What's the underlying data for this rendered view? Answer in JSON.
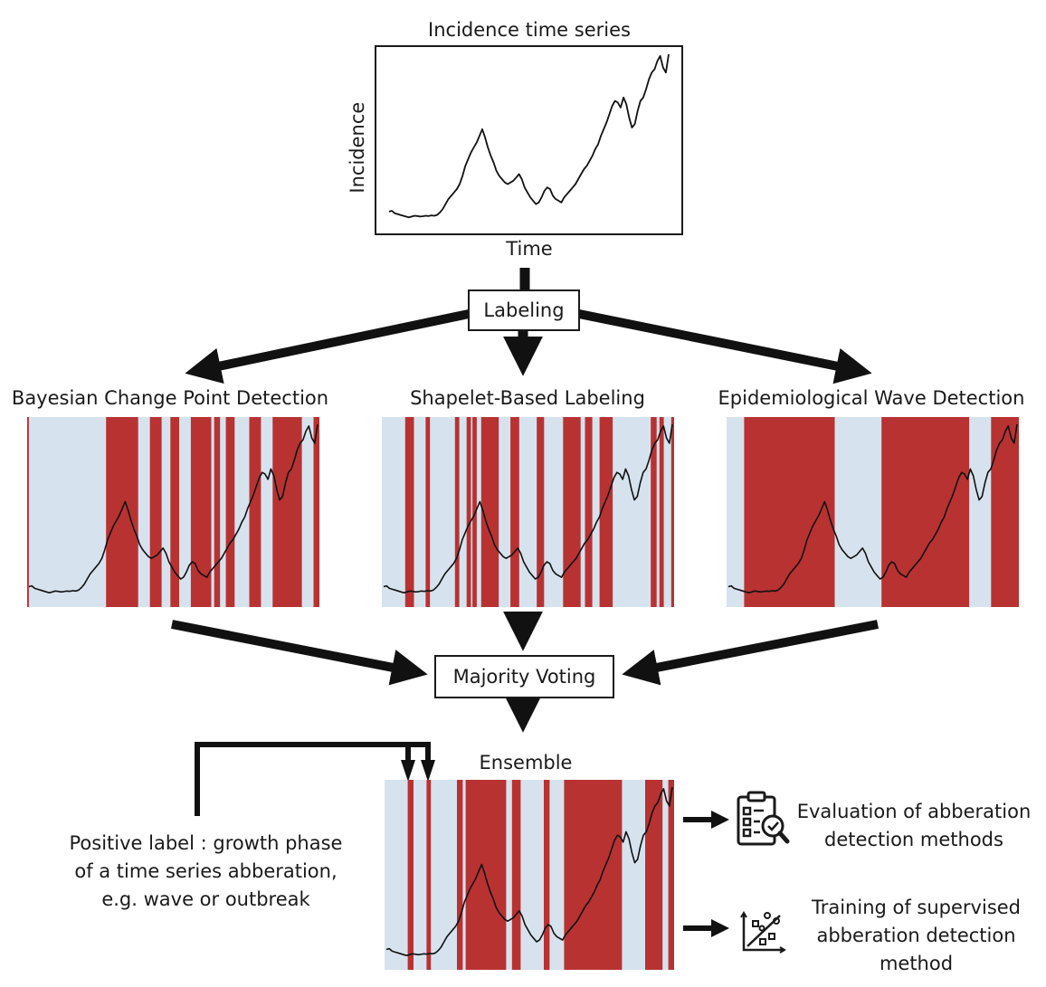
{
  "top": {
    "title": "Incidence time series",
    "xlabel": "Time",
    "ylabel": "Incidence"
  },
  "labeling_label": "Labeling",
  "methods": [
    {
      "title": "Bayesian Change Point Detection",
      "positive_intervals": [
        [
          0.0,
          0.006
        ],
        [
          0.27,
          0.38
        ],
        [
          0.42,
          0.46
        ],
        [
          0.49,
          0.52
        ],
        [
          0.56,
          0.63
        ],
        [
          0.64,
          0.66
        ],
        [
          0.68,
          0.71
        ],
        [
          0.76,
          0.8
        ],
        [
          0.84,
          0.94
        ],
        [
          0.98,
          1.0
        ]
      ]
    },
    {
      "title": "Shapelet-Based Labeling",
      "positive_intervals": [
        [
          0.08,
          0.11
        ],
        [
          0.15,
          0.165
        ],
        [
          0.25,
          0.265
        ],
        [
          0.29,
          0.305
        ],
        [
          0.31,
          0.325
        ],
        [
          0.34,
          0.4
        ],
        [
          0.44,
          0.47
        ],
        [
          0.53,
          0.555
        ],
        [
          0.62,
          0.68
        ],
        [
          0.695,
          0.72
        ],
        [
          0.745,
          0.79
        ],
        [
          0.92,
          0.94
        ],
        [
          0.95,
          0.965
        ],
        [
          0.99,
          1.0
        ]
      ]
    },
    {
      "title": "Epidemiological Wave Detection",
      "positive_intervals": [
        [
          0.06,
          0.37
        ],
        [
          0.53,
          0.83
        ],
        [
          0.905,
          1.0
        ]
      ]
    }
  ],
  "voting_label": "Majority Voting",
  "ensemble": {
    "title": "Ensemble",
    "positive_intervals": [
      [
        0.08,
        0.1
      ],
      [
        0.145,
        0.16
      ],
      [
        0.25,
        0.27
      ],
      [
        0.28,
        0.42
      ],
      [
        0.44,
        0.47
      ],
      [
        0.55,
        0.57
      ],
      [
        0.62,
        0.82
      ],
      [
        0.9,
        0.96
      ],
      [
        0.98,
        1.0
      ]
    ]
  },
  "positive_label_note": [
    "Positive label :  growth phase",
    "of a time series abberation,",
    "e.g. wave or outbreak"
  ],
  "outputs": [
    {
      "icon": "clipboard-search-icon",
      "lines": [
        "Evaluation of abberation",
        "detection methods"
      ]
    },
    {
      "icon": "scatter-chart-icon",
      "lines": [
        "Training of supervised",
        "abberation detection",
        "method"
      ]
    }
  ],
  "series": [
    0.055,
    0.06,
    0.045,
    0.04,
    0.035,
    0.03,
    0.025,
    0.02,
    0.025,
    0.03,
    0.028,
    0.025,
    0.027,
    0.03,
    0.028,
    0.032,
    0.03,
    0.035,
    0.05,
    0.07,
    0.1,
    0.13,
    0.15,
    0.17,
    0.19,
    0.22,
    0.27,
    0.33,
    0.37,
    0.41,
    0.44,
    0.47,
    0.51,
    0.55,
    0.5,
    0.44,
    0.39,
    0.35,
    0.3,
    0.27,
    0.25,
    0.23,
    0.22,
    0.23,
    0.24,
    0.26,
    0.28,
    0.25,
    0.2,
    0.17,
    0.14,
    0.12,
    0.1,
    0.11,
    0.14,
    0.18,
    0.2,
    0.19,
    0.15,
    0.13,
    0.12,
    0.11,
    0.14,
    0.16,
    0.18,
    0.2,
    0.22,
    0.25,
    0.28,
    0.31,
    0.33,
    0.36,
    0.39,
    0.43,
    0.46,
    0.51,
    0.55,
    0.59,
    0.64,
    0.69,
    0.72,
    0.71,
    0.68,
    0.74,
    0.7,
    0.62,
    0.56,
    0.58,
    0.66,
    0.72,
    0.74,
    0.79,
    0.85,
    0.89,
    0.91,
    0.96,
    0.99,
    0.92,
    0.89,
    1.0
  ]
}
